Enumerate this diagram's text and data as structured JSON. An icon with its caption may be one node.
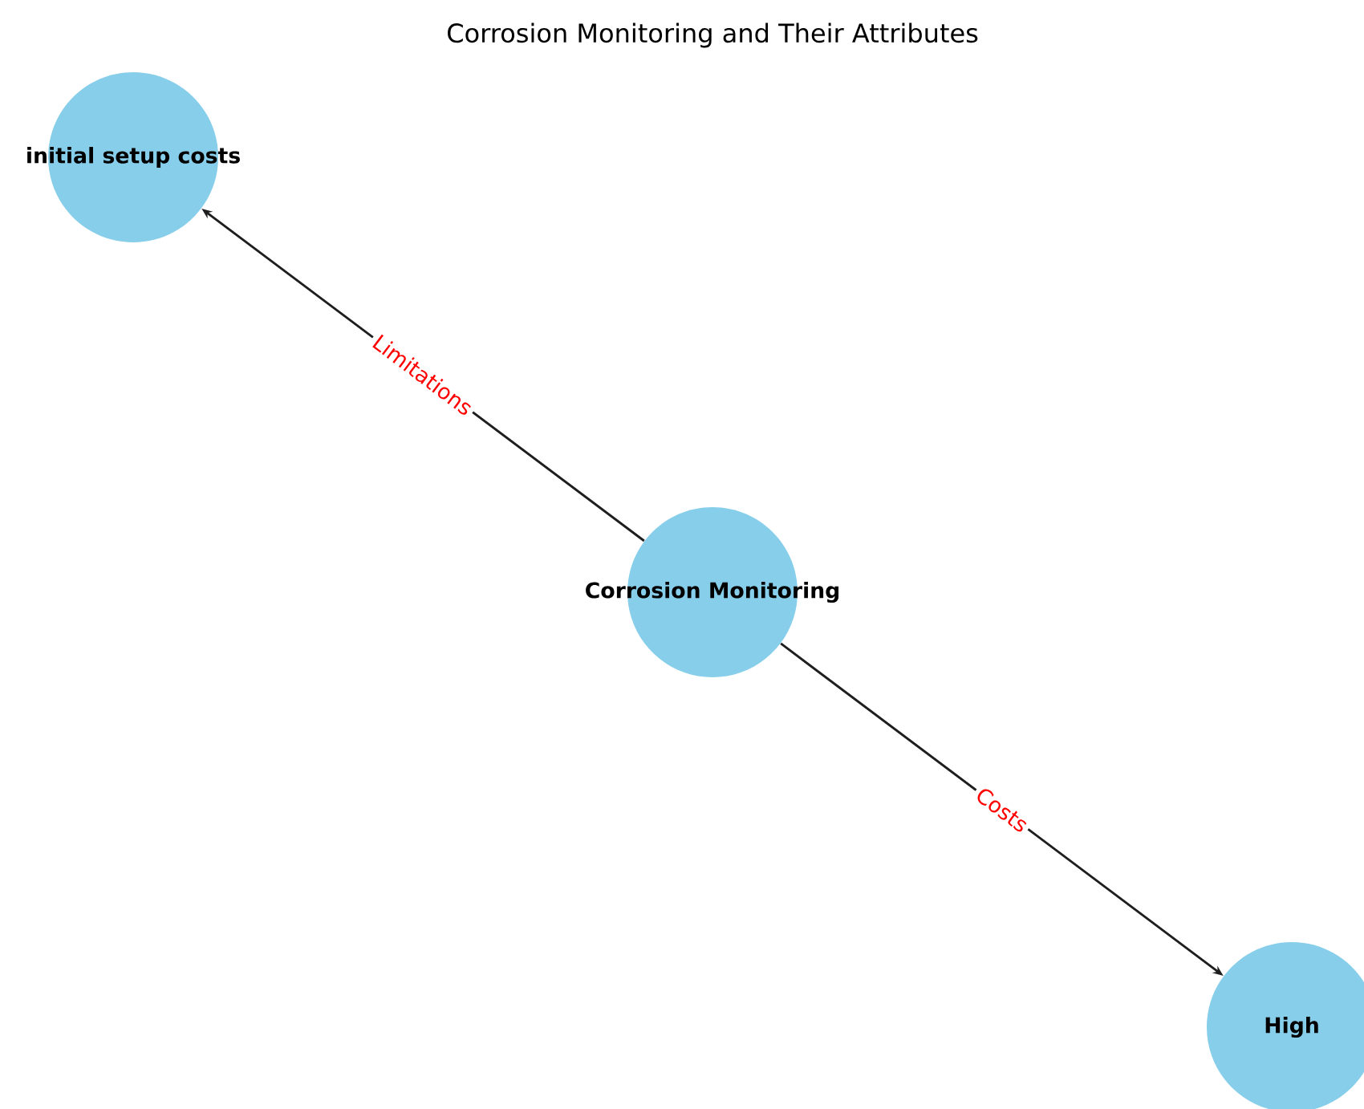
{
  "diagram": {
    "title": "Corrosion Monitoring and Their Attributes",
    "nodes": [
      {
        "text": [
          "Corrosion Monitoring"
        ]
      },
      {
        "text": [
          "initial setup costs"
        ]
      },
      {
        "text": [
          "High"
        ]
      }
    ],
    "edges": [
      {
        "from": 0,
        "to": 1,
        "arrow": "to",
        "label": "Limitations"
      },
      {
        "from": 0,
        "to": 2,
        "arrow": "to",
        "label": "Costs"
      }
    ]
  }
}
